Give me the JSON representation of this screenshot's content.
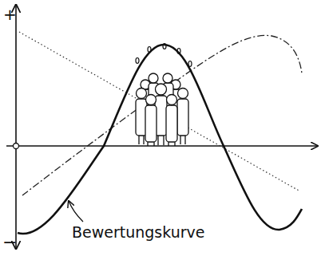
{
  "diagram": {
    "labels": [
      "+",
      "−",
      "Bewertungskurve"
    ]
  }
}
